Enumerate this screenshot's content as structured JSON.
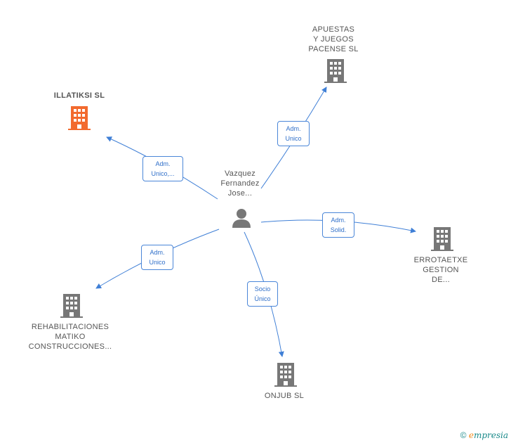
{
  "center": {
    "name_lines": [
      "Vazquez",
      "Fernandez",
      "Jose..."
    ]
  },
  "nodes": {
    "illatiksi": {
      "lines": [
        "ILLATIKSI SL"
      ],
      "color": "#f26a2e"
    },
    "apuestas": {
      "lines": [
        "APUESTAS",
        "Y JUEGOS",
        "PACENSE SL"
      ],
      "color": "#777777"
    },
    "errotaetxe": {
      "lines": [
        "ERROTAETXE",
        "GESTION",
        "DE..."
      ],
      "color": "#777777"
    },
    "rehabilitaciones": {
      "lines": [
        "REHABILITACIONES",
        "MATIKO",
        "CONSTRUCCIONES..."
      ],
      "color": "#777777"
    },
    "onjub": {
      "lines": [
        "ONJUB SL"
      ],
      "color": "#777777"
    }
  },
  "edges": {
    "illatiksi": [
      "Adm.",
      "Unico,..."
    ],
    "apuestas": [
      "Adm.",
      "Unico"
    ],
    "errotaetxe": [
      "Adm.",
      "Solid."
    ],
    "rehabilitaciones": [
      "Adm.",
      "Unico"
    ],
    "onjub": [
      "Socio",
      "Único"
    ]
  },
  "colors": {
    "edge": "#3f7fd6",
    "person": "#777777",
    "highlight": "#f26a2e"
  },
  "footer": {
    "copyright": "©",
    "brand_initial": "e",
    "brand_rest": "mpresia"
  }
}
